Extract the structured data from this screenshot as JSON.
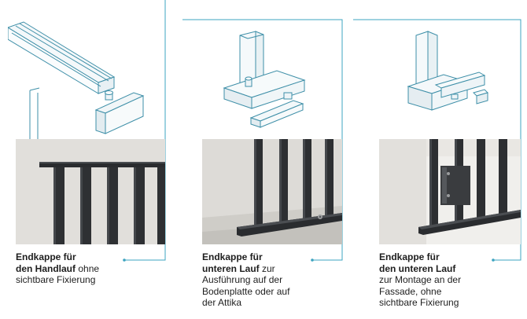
{
  "accent_color": "#3ea4c0",
  "panels": [
    {
      "id": "handlauf",
      "drawing_icon": "handrail-end-cap-drawing",
      "photo_icon": "railing-handrail-photo",
      "title_line1": "Endkappe für",
      "title_line2_bold": "den Handlauf",
      "title_line2_rest": " ohne",
      "desc_lines": [
        "sichtbare Fixierung"
      ]
    },
    {
      "id": "unterer-lauf-boden",
      "drawing_icon": "bottom-rail-floor-end-cap-drawing",
      "photo_icon": "railing-floor-mount-photo",
      "title_line1": "Endkappe für",
      "title_line2_bold": "unteren Lauf",
      "title_line2_rest": " zur",
      "desc_lines": [
        "Ausführung auf der",
        "Bodenplatte oder auf",
        "der Attika"
      ]
    },
    {
      "id": "unterer-lauf-fassade",
      "drawing_icon": "bottom-rail-facade-end-cap-drawing",
      "photo_icon": "railing-facade-mount-photo",
      "title_line1": "Endkappe für",
      "title_line2_bold": "den unteren Lauf",
      "title_line2_rest": "",
      "desc_lines": [
        "zur Montage an der",
        "Fassade, ohne",
        "sichtbare Fixierung"
      ]
    }
  ]
}
